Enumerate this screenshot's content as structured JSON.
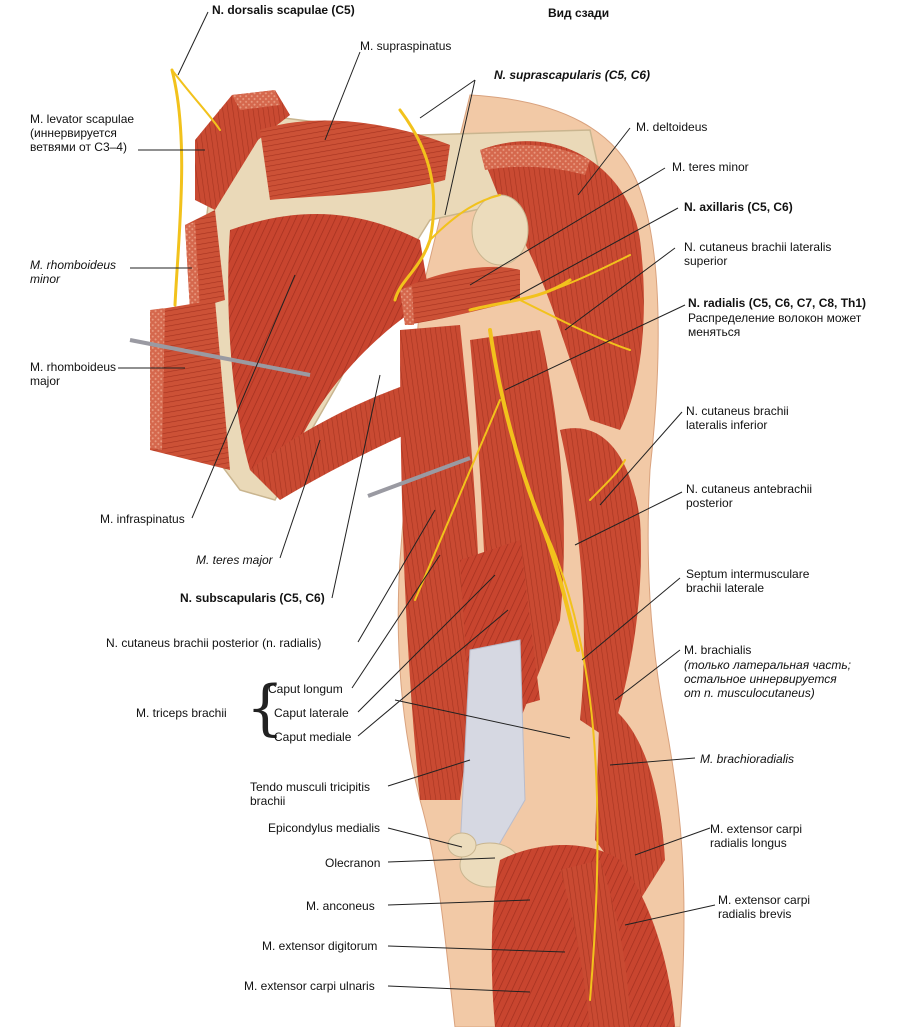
{
  "title": "Вид сзади",
  "labels": {
    "dorsalis_scapulae": "N. dorsalis scapulae (C5)",
    "supraspinatus": "M. supraspinatus",
    "suprascapularis": "N. suprascapularis (C5, C6)",
    "levator_scapulae": "M. levator scapulae\n(иннервируется\nветвями от C3–4)",
    "deltoideus": "M. deltoideus",
    "teres_minor": "M. teres minor",
    "axillaris": "N. axillaris (C5, C6)",
    "cut_brachii_lat_sup": "N. cutaneus brachii lateralis\nsuperior",
    "rhomboideus_minor": "M. rhomboideus\nminor",
    "radialis": "N. radialis (C5, C6, C7, C8, Th1)",
    "radialis_note": "Распределение волокон может\nменяться",
    "rhomboideus_major": "M. rhomboideus\nmajor",
    "cut_brachii_lat_inf": "N. cutaneus brachii\nlateralis inferior",
    "cut_antebrachii_post": "N. cutaneus antebrachii\nposterior",
    "infraspinatus": "M. infraspinatus",
    "teres_major": "M. teres major",
    "septum": "Septum intermusculare\nbrachii laterale",
    "subscapularis": "N. subscapularis (C5, C6)",
    "cut_brachii_post": "N. cutaneus brachii posterior (n. radialis)",
    "brachialis": "M. brachialis",
    "brachialis_note": "(только латеральная часть;\nостальное иннервируется\nот n. musculocutaneus)",
    "triceps": "M. triceps brachii",
    "caput_longum": "Caput longum",
    "caput_laterale": "Caput laterale",
    "caput_mediale": "Caput mediale",
    "brachioradialis": "M. brachioradialis",
    "tendo_triceps": "Tendo musculi tricipitis\nbrachii",
    "epicondylus": "Epicondylus medialis",
    "ext_carpi_rad_longus": "M. extensor carpi\nradialis longus",
    "olecranon": "Olecranon",
    "anconeus": "M. anconeus",
    "ext_carpi_rad_brevis": "M. extensor carpi\nradialis brevis",
    "ext_digitorum": "M. extensor digitorum",
    "ext_carpi_ulnaris": "M. extensor carpi ulnaris"
  },
  "colors": {
    "muscle": "#c8452f",
    "muscle_dark": "#9a2a1c",
    "muscle_light": "#de7a5c",
    "skin": "#f2c9a6",
    "bone": "#e9dcc0",
    "tendon": "#dcdde6",
    "nerve": "#f2c21c"
  }
}
